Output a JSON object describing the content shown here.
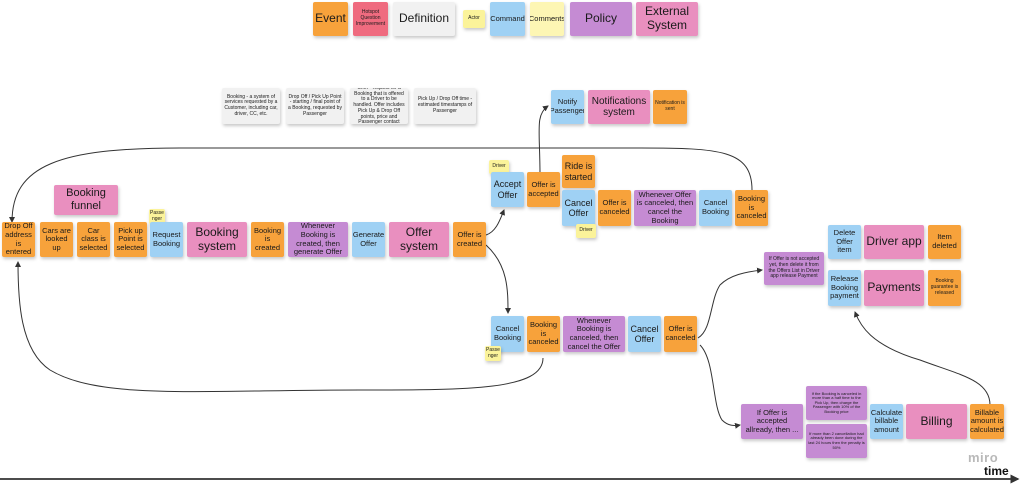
{
  "legend": {
    "event": "Event",
    "question": "Hotspot Question Improvement",
    "definition": "Definition",
    "actor": "Actor",
    "command": "Command",
    "comments": "Comments",
    "policy": "Policy",
    "external": "External System"
  },
  "definitions": {
    "booking": "Booking - a system of services requested by a Customer, including car, driver, CC, etc.",
    "dropoff_pickup": "Drop Off / Pick Up Point - starting / final point of a Booking, requested by Passenger",
    "offer": "Offer - request for a Booking that is offered to a Driver to be handled. Offer includes Pick Up & Drop Off points, price and Passenger contact",
    "timestamps": "Pick Up / Drop Off time - estimated timestamps of Passenger"
  },
  "notes": {
    "dropoff_entered": "Drop Off address is entered",
    "cars_looked_up": "Cars are looked up",
    "car_class_selected": "Car class is selected",
    "pickup_selected": "Pick up Point is selected",
    "passenger_actor": "Passe nger",
    "request_booking": "Request Booking",
    "booking_funnel": "Booking funnel",
    "booking_system": "Booking system",
    "booking_created": "Booking is created",
    "policy_generate_offer": "Whenever Booking is created, then generate Offer",
    "generate_offer": "Generate Offer",
    "offer_system": "Offer system",
    "offer_created": "Offer is created",
    "driver_actor_1": "Driver",
    "accept_offer": "Accept Offer",
    "offer_accepted": "Offer is accepted",
    "ride_started": "Ride is started",
    "notify_passenger": "Notify Passenger",
    "notifications_system": "Notifications system",
    "notification_sent": "Notification is sent",
    "cancel_offer_driver": "Cancel Offer",
    "driver_actor_2": "Driver",
    "offer_canceled_1": "Offer is canceled",
    "policy_cancel_booking": "Whenever Offer is canceled, then cancel the Booking",
    "cancel_booking_1": "Cancel Booking",
    "booking_canceled_1": "Booking is canceled",
    "cancel_booking_2": "Cancel Booking",
    "passenger_actor_2": "Passe nger",
    "booking_canceled_2": "Booking is canceled",
    "policy_cancel_offer": "Whenever Booking is canceled, then cancel the Offer",
    "cancel_offer_2": "Cancel Offer",
    "offer_canceled_2": "Offer is canceled",
    "policy_offer_not_accepted": "If Offer is not accepted yet, then delete it from the Offers List in Driver app release Payment",
    "delete_offer_item": "Delete Offer item",
    "driver_app": "Driver app",
    "item_deleted": "Item deleted",
    "release_booking_payment": "Release Booking payment",
    "payments": "Payments",
    "booking_guarantee_released": "Booking guarantee is released",
    "policy_if_accepted": "If Offer is accepted allready, then ...",
    "policy_half_time": "If the Booking is canceled in more than a half time to the Pick Up, then charge the Passenger with 10% of the Booking price",
    "policy_cancellations": "If more than 2 cancellation had already been done during the last 24 hours then the penalty is 50%",
    "calculate_billable": "Calculate billable amount",
    "billing": "Billing",
    "billable_calculated": "Billable amount is calculated"
  },
  "branding": {
    "logo": "miro",
    "axis_label": "time"
  }
}
